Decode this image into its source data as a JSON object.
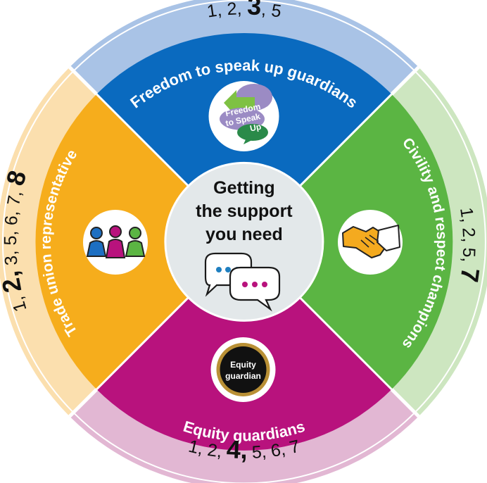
{
  "center": {
    "line1": "Getting",
    "line2": "the support",
    "line3": "you need"
  },
  "segments": {
    "top": {
      "label": "Freedom to speak up guardians",
      "color": "#0a6abf",
      "ring_color": "#a9c3e6",
      "icon": "freedom-to-speak-up-logo",
      "logo_line1": "Freedom",
      "logo_line2": "to Speak",
      "logo_line3": "Up",
      "numbers": [
        {
          "text": "1, ",
          "bold": false
        },
        {
          "text": "2, ",
          "bold": false
        },
        {
          "text": "3",
          "bold": true
        },
        {
          "text": ", 5",
          "bold": false
        }
      ]
    },
    "right": {
      "label": "Civility and respect champions",
      "color": "#5bb543",
      "ring_color": "#cde6c0",
      "icon": "handshake-icon",
      "numbers": [
        {
          "text": "1, ",
          "bold": false
        },
        {
          "text": "2, ",
          "bold": false
        },
        {
          "text": "5, ",
          "bold": false
        },
        {
          "text": "7",
          "bold": true
        }
      ]
    },
    "bottom": {
      "label": "Equity guardians",
      "color": "#b8127d",
      "ring_color": "#e2b7d3",
      "icon": "equity-guardian-badge",
      "badge_line1": "Equity",
      "badge_line2": "guardian",
      "numbers": [
        {
          "text": "1, ",
          "bold": false
        },
        {
          "text": "2, ",
          "bold": false
        },
        {
          "text": "4,",
          "bold": true
        },
        {
          "text": " 5, 6, 7",
          "bold": false
        }
      ]
    },
    "left": {
      "label": "Trade union representative",
      "color": "#f6ad1c",
      "ring_color": "#fbdfae",
      "icon": "people-group-icon",
      "numbers": [
        {
          "text": "1, ",
          "bold": false
        },
        {
          "text": "2,",
          "bold": true
        },
        {
          "text": " 3, 5, 6, 7, ",
          "bold": false
        },
        {
          "text": "8",
          "bold": true
        }
      ]
    }
  }
}
